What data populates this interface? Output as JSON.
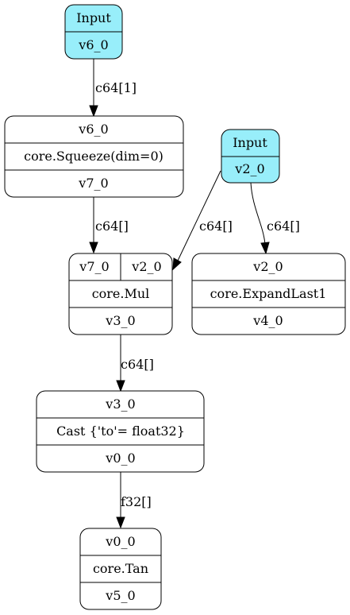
{
  "colors": {
    "input_fill": "#98eefa",
    "op_fill": "#ffffff",
    "stroke": "#000000"
  },
  "nodes": {
    "input_v6": {
      "title": "Input",
      "value": "v6_0"
    },
    "squeeze": {
      "input": "v6_0",
      "op": "core.Squeeze(dim=0)",
      "output": "v7_0"
    },
    "input_v2": {
      "title": "Input",
      "value": "v2_0"
    },
    "mul": {
      "input_a": "v7_0",
      "input_b": "v2_0",
      "op": "core.Mul",
      "output": "v3_0"
    },
    "expand": {
      "input": "v2_0",
      "op": "core.ExpandLast1",
      "output": "v4_0"
    },
    "cast": {
      "input": "v3_0",
      "op": "Cast {'to'= float32}",
      "output": "v0_0"
    },
    "tan": {
      "input": "v0_0",
      "op": "core.Tan",
      "output": "v5_0"
    }
  },
  "edges": {
    "input_v6_to_squeeze": "c64[1]",
    "squeeze_to_mul": "c64[]",
    "input_v2_to_mul": "c64[]",
    "input_v2_to_expand": "c64[]",
    "mul_to_cast": "c64[]",
    "cast_to_tan": "f32[]"
  }
}
